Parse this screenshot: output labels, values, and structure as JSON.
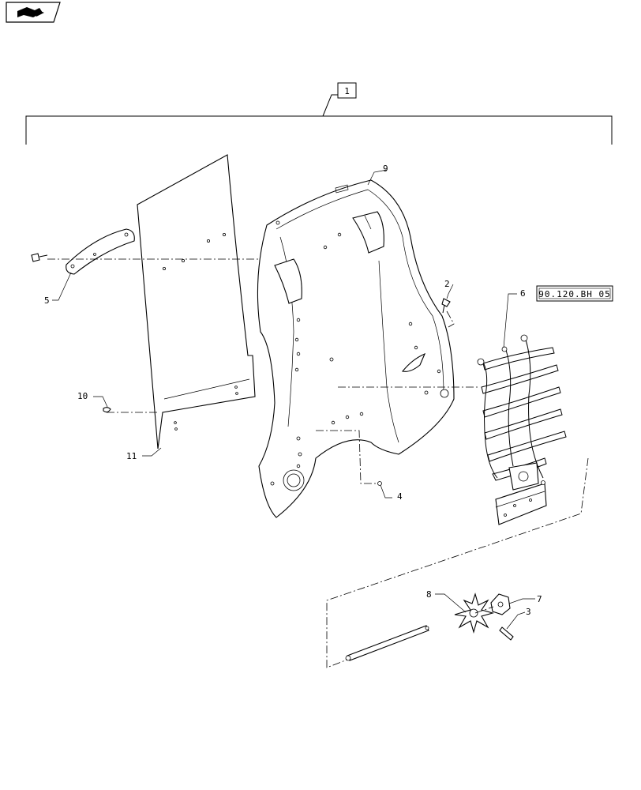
{
  "header": {
    "icon": "book-arrow-icon"
  },
  "assembly": {
    "label": "1"
  },
  "reference": {
    "label": "90.120.BH 05"
  },
  "callouts": {
    "c2": "2",
    "c3": "3",
    "c4": "4",
    "c5": "5",
    "c6": "6",
    "c7": "7",
    "c8": "8",
    "c9": "9",
    "c10": "10",
    "c11": "11"
  }
}
